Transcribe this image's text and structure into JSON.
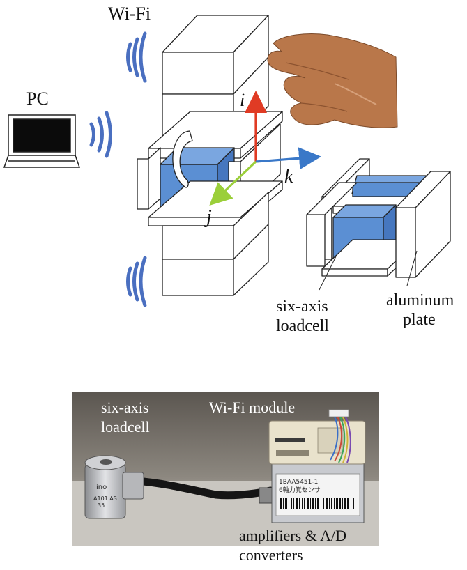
{
  "diagram": {
    "labels": {
      "wifi": "Wi-Fi",
      "pc": "PC",
      "axis_i": "i",
      "axis_j": "j",
      "axis_k": "k",
      "six_axis_line1": "six-axis",
      "six_axis_line2": "loadcell",
      "aluminum_line1": "aluminum",
      "aluminum_line2": "plate"
    },
    "colors": {
      "wifi_waves": "#4a6fc0",
      "loadcell": "#5b8fd3",
      "axis_i": "#e03b24",
      "axis_j": "#9bcf3a",
      "axis_k": "#3a78c8",
      "skin": "#b9774a"
    }
  },
  "photo": {
    "labels": {
      "six_axis_line1": "six-axis",
      "six_axis_line2": "loadcell",
      "wifi_module": "Wi-Fi module",
      "amplifiers_line1": "amplifiers & A/D",
      "amplifiers_line2": "converters"
    },
    "sticker_line1": "1BAA5451-1",
    "sticker_line2": "6軸力覚センサ",
    "sensor_text_1": "ino",
    "sensor_text_2": "A101 AS",
    "sensor_text_3": "35"
  }
}
